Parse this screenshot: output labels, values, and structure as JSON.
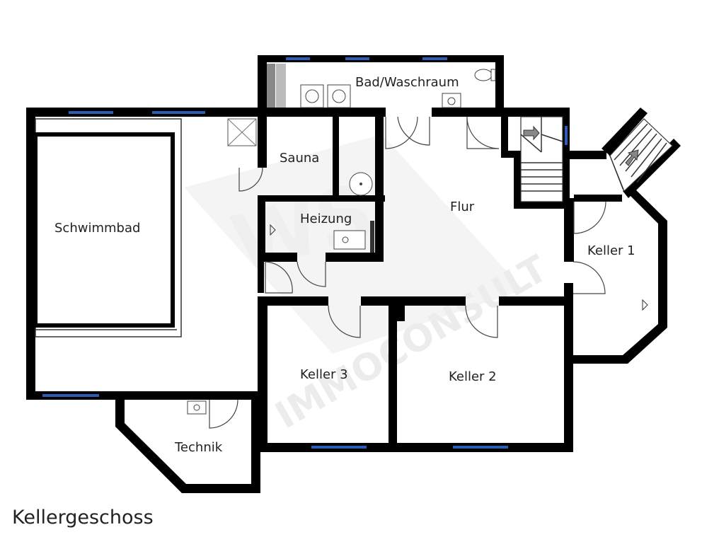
{
  "plan": {
    "title": "Kellergeschoss",
    "watermark": {
      "logo": "WS",
      "company": "IMMOCONSULT"
    },
    "rooms": {
      "bad": "Bad/Waschraum",
      "sauna": "Sauna",
      "schwimmbad": "Schwimmbad",
      "heizung": "Heizung",
      "flur": "Flur",
      "keller1": "Keller 1",
      "keller2": "Keller 2",
      "keller3": "Keller 3",
      "technik": "Technik"
    }
  },
  "colors": {
    "wall": "#000000",
    "window": "#2b5fb5",
    "watermark": "#d6d6d6"
  }
}
